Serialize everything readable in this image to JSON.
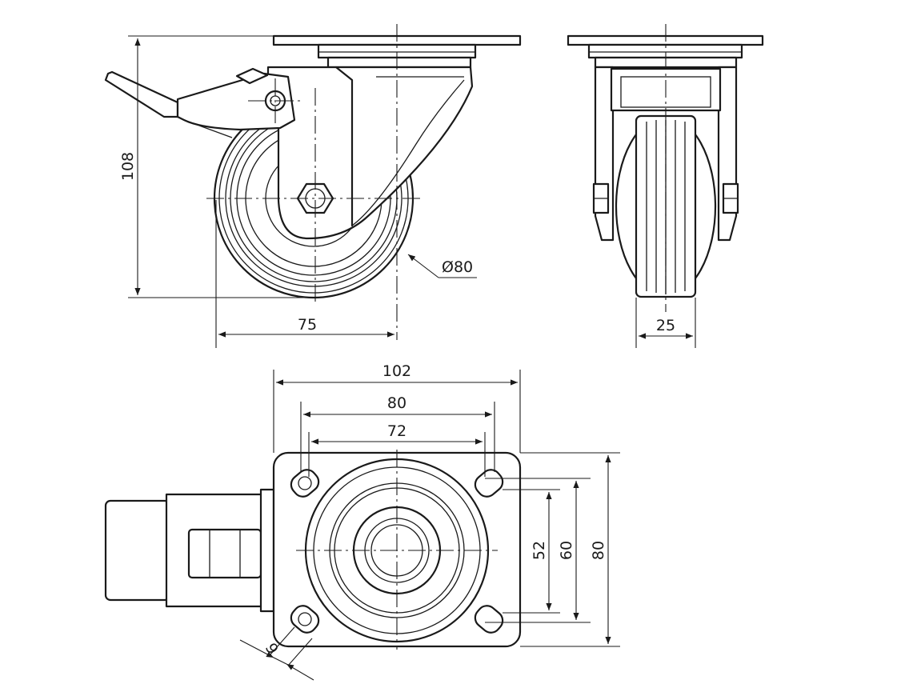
{
  "dimensions": {
    "height": "108",
    "wheel_diameter": "Ø80",
    "offset": "75",
    "wheel_width": "25",
    "plate_width": "102",
    "plate_hole_spacing_outer": "80",
    "plate_hole_spacing_inner": "72",
    "plate_hole_spacing_v_inner": "52",
    "plate_hole_spacing_v_mid": "60",
    "plate_length": "80",
    "bolt_hole": "9"
  },
  "icons": {
    "side_view": "caster-side-view",
    "front_view": "caster-front-view",
    "top_view": "caster-top-view"
  }
}
